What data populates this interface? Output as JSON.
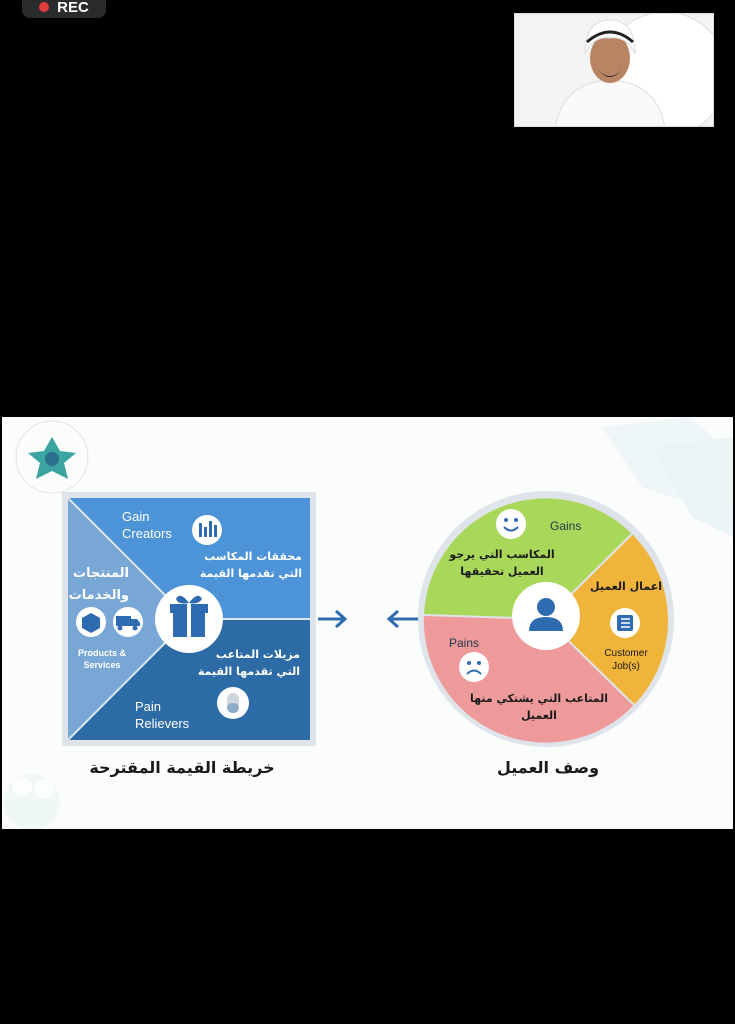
{
  "recording": {
    "label": "REC"
  },
  "slide": {
    "value_map": {
      "title": "خريطة القيمة المقترحة",
      "products_ar_1": "المنتجات",
      "products_ar_2": "والخدمات",
      "products_en_1": "Products &",
      "products_en_2": "Services",
      "gain_creators_en_1": "Gain",
      "gain_creators_en_2": "Creators",
      "gain_creators_ar_1": "محققات المكاسب",
      "gain_creators_ar_2": "التي تقدمها القيمة",
      "pain_relievers_en_1": "Pain",
      "pain_relievers_en_2": "Relievers",
      "pain_relievers_ar_1": "مزيلات المتاعب",
      "pain_relievers_ar_2": "التي تقدمها القيمة"
    },
    "customer_profile": {
      "title": "وصف العميل",
      "gains_en": "Gains",
      "gains_ar_1": "المكاسب التي يرجو",
      "gains_ar_2": "العميل تحقيقها",
      "jobs_ar": "اعمال العميل",
      "jobs_en_1": "Customer",
      "jobs_en_2": "Job(s)",
      "pains_en": "Pains",
      "pains_ar_1": "المتاعب التي يشتكي منها",
      "pains_ar_2": "العميل"
    },
    "colors": {
      "map_light": "#78a7d6",
      "map_mid": "#4c93d8",
      "map_dark": "#2d6ba6",
      "gains_green": "#a9d75a",
      "jobs_orange": "#f0b43a",
      "pains_pink": "#ee9a9a",
      "icon_blue": "#2f6bb0"
    }
  }
}
